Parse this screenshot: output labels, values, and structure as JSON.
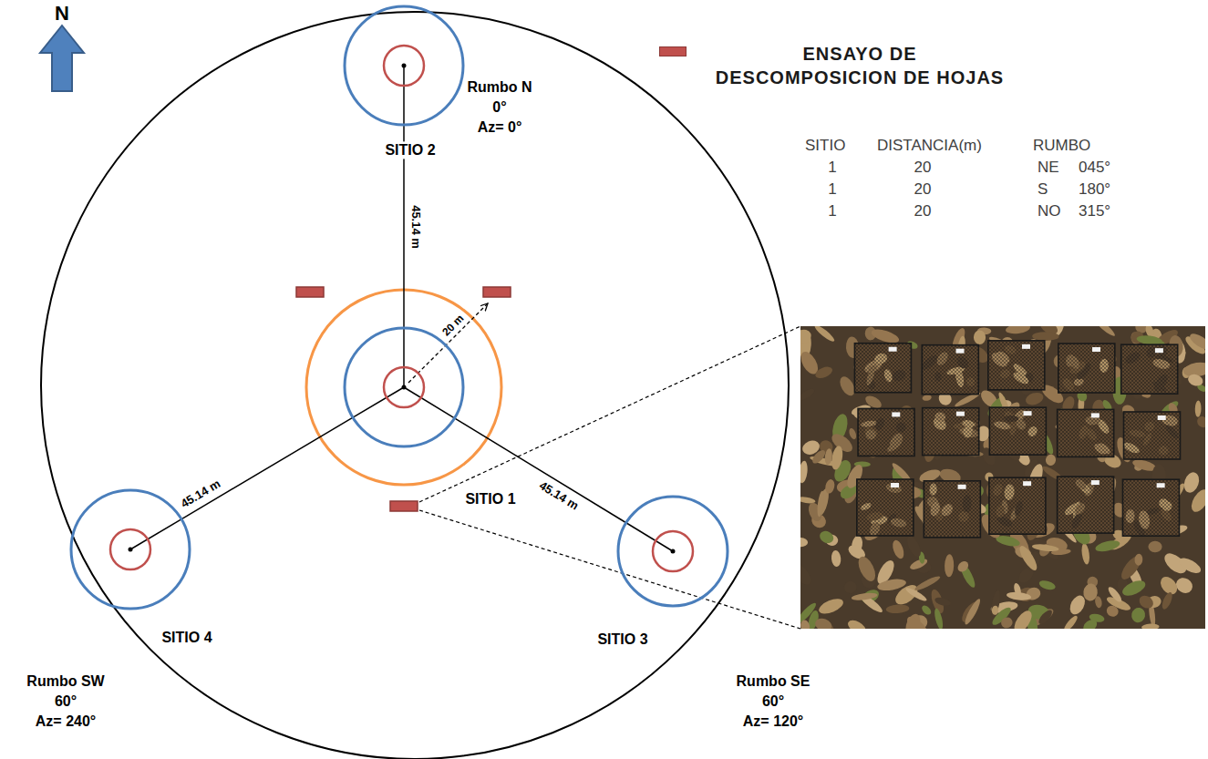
{
  "diagram": {
    "nodes": [
      {
        "text": [
          "SITIO 2"
        ]
      },
      {
        "text": [
          "SITIO 1"
        ]
      },
      {
        "text": [
          "SITIO 4"
        ]
      },
      {
        "text": [
          "SITIO 3"
        ]
      }
    ],
    "edges": [
      {
        "from": 1,
        "to": 0,
        "label": "45.14 m",
        "arrow": "none"
      },
      {
        "from": 1,
        "to": 2,
        "label": "45.14 m",
        "arrow": "none"
      },
      {
        "from": 1,
        "to": 3,
        "label": "45.14 m",
        "arrow": "none"
      }
    ],
    "labels": [
      "N",
      "Rumbo N",
      "0°",
      "Az= 0°",
      "20 m",
      "SITIO",
      "DISTANCIA(m)",
      "RUMBO",
      "1",
      "20",
      "NE",
      "045°",
      "1",
      "20",
      "S",
      "180°",
      "1",
      "20",
      "NO",
      "315°",
      "Rumbo SW",
      "60°",
      "Az= 240°",
      "Rumbo SE",
      "60°",
      "Az= 120°"
    ],
    "legend": [
      {
        "text": "ENSAYO DE DESCOMPOSICION DE HOJAS",
        "color": "#c0504d"
      }
    ]
  }
}
